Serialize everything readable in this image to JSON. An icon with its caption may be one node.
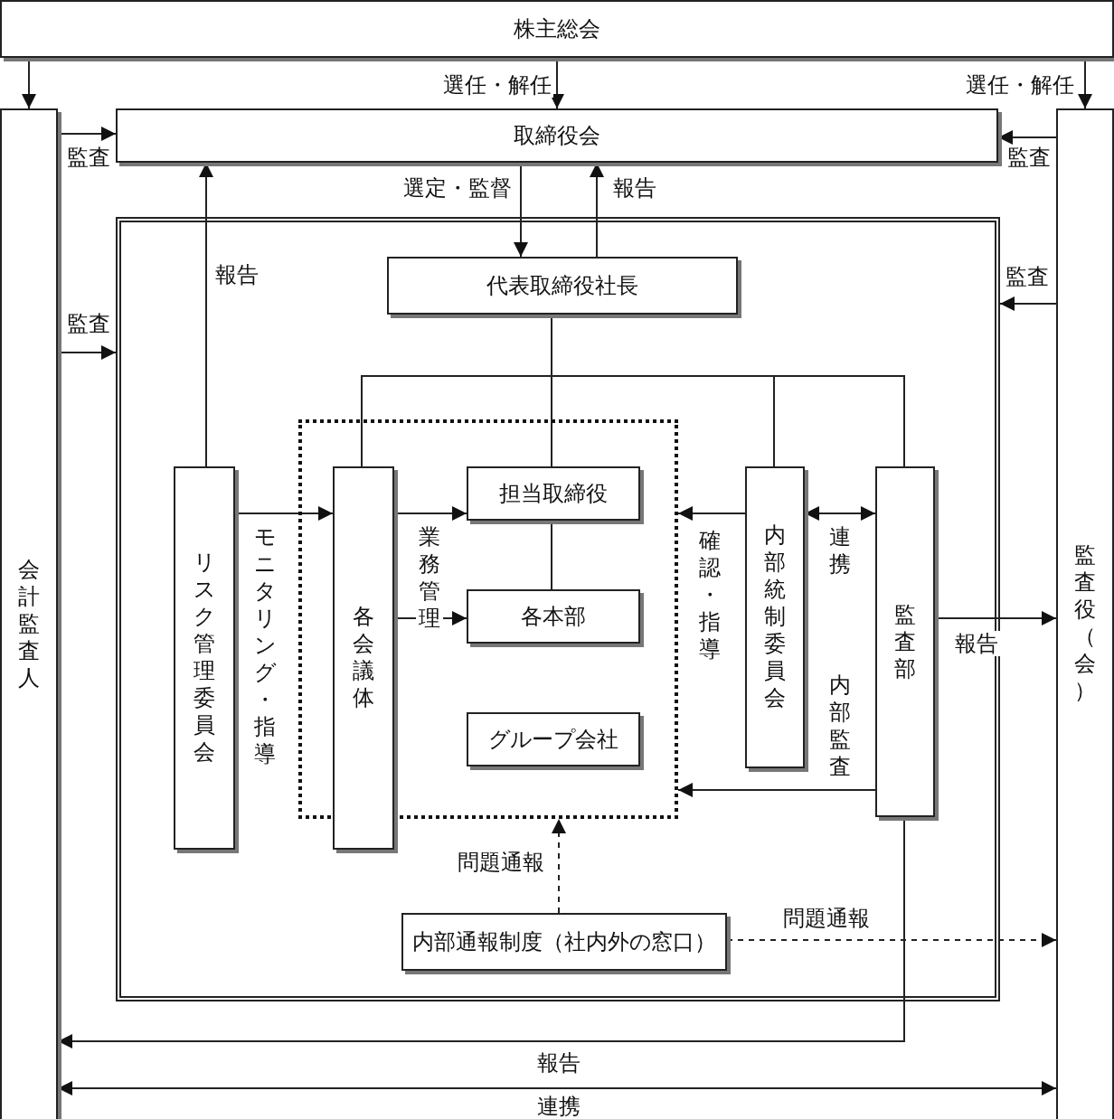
{
  "diagram": {
    "nodes": [
      {
        "text": [
          "株主総会"
        ]
      },
      {
        "text": [
          "会計監査人"
        ]
      },
      {
        "text": [
          "監査役（会）"
        ]
      },
      {
        "text": [
          "取締役会"
        ]
      },
      {
        "text": [],
        "shape": "box"
      },
      {
        "text": [
          "代表取締役社長"
        ],
        "in": 4
      },
      {
        "text": [
          "リスク管理委員会"
        ],
        "in": 4
      },
      {
        "text": [],
        "shape": "box",
        "in": 4
      },
      {
        "text": [
          "各会議体"
        ],
        "in": 7
      },
      {
        "text": [
          "担当取締役"
        ],
        "in": 7
      },
      {
        "text": [
          "各本部"
        ],
        "in": 7
      },
      {
        "text": [
          "グループ会社"
        ],
        "in": 7
      },
      {
        "text": [
          "内部統制委員会"
        ],
        "in": 4
      },
      {
        "text": [
          "監査部"
        ],
        "in": 4
      },
      {
        "text": [
          "内部通報制度（社内外の窓口）"
        ],
        "in": 4
      }
    ],
    "edges": [
      {
        "from": 0,
        "to": 1,
        "arrow": "to"
      },
      {
        "from": 0,
        "to": 3,
        "arrow": "to",
        "label": "選任・解任"
      },
      {
        "from": 0,
        "to": 2,
        "arrow": "to",
        "label": "選任・解任"
      },
      {
        "from": 1,
        "to": 3,
        "arrow": "to",
        "label": "監査"
      },
      {
        "from": 2,
        "to": 3,
        "arrow": "to",
        "label": "監査"
      },
      {
        "from": 1,
        "to": 4,
        "arrow": "to",
        "label": "監査"
      },
      {
        "from": 2,
        "to": 4,
        "arrow": "to",
        "label": "監査"
      },
      {
        "from": 3,
        "to": 5,
        "arrow": "to",
        "label": "選定・監督"
      },
      {
        "from": 5,
        "to": 3,
        "arrow": "to",
        "label": "報告"
      },
      {
        "from": 6,
        "to": 3,
        "arrow": "to",
        "label": "報告"
      },
      {
        "from": 5,
        "to": 8,
        "arrow": "none"
      },
      {
        "from": 5,
        "to": 9,
        "arrow": "none"
      },
      {
        "from": 5,
        "to": 12,
        "arrow": "none"
      },
      {
        "from": 5,
        "to": 13,
        "arrow": "none"
      },
      {
        "from": 9,
        "to": 10,
        "arrow": "none"
      },
      {
        "from": 6,
        "to": 8,
        "arrow": "to",
        "label": "モニタリング・指導"
      },
      {
        "from": 8,
        "to": 9,
        "arrow": "to",
        "label": "業務管理"
      },
      {
        "from": 8,
        "to": 10,
        "arrow": "to"
      },
      {
        "from": 12,
        "to": 7,
        "arrow": "to",
        "label": "確認・指導"
      },
      {
        "from": 12,
        "to": 13,
        "arrow": "both",
        "label": "連携"
      },
      {
        "from": 13,
        "to": 7,
        "arrow": "to",
        "label": "内部監査"
      },
      {
        "from": 13,
        "to": 2,
        "arrow": "to",
        "label": "報告"
      },
      {
        "from": 13,
        "to": 1,
        "arrow": "to",
        "label": "報告"
      },
      {
        "from": 1,
        "to": 2,
        "arrow": "both",
        "label": "連携"
      },
      {
        "from": 14,
        "to": 7,
        "arrow": "to",
        "label": "問題通報",
        "style": "dashed"
      },
      {
        "from": 14,
        "to": 2,
        "arrow": "to",
        "label": "問題通報",
        "style": "dashed"
      }
    ]
  }
}
